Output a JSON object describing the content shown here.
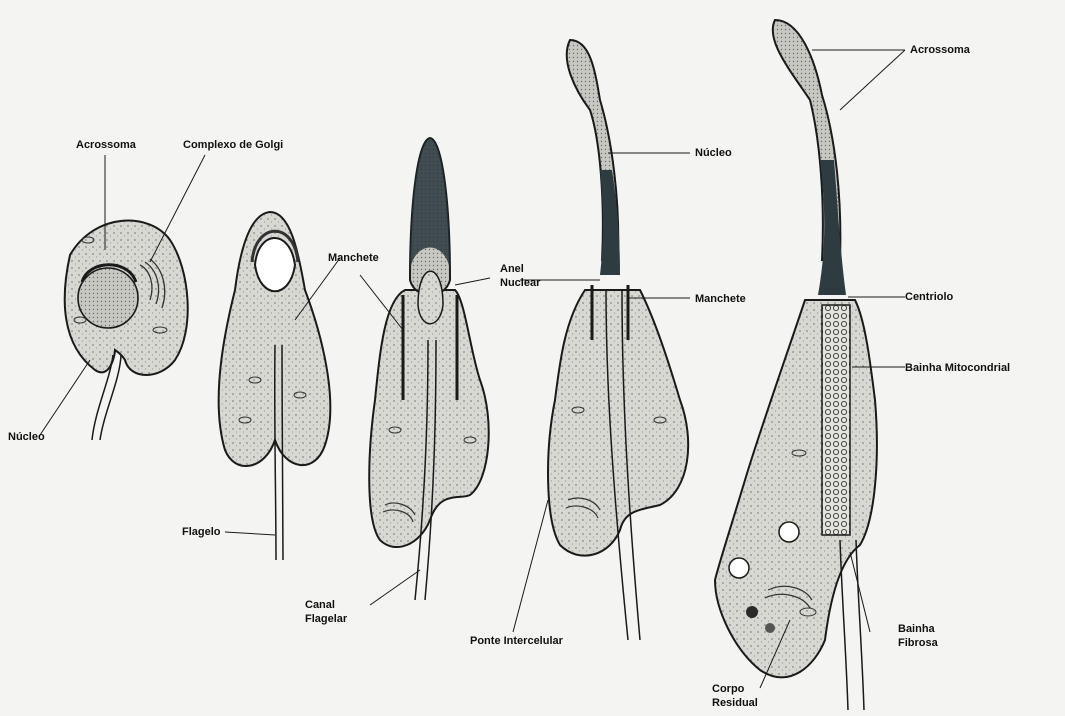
{
  "labels": {
    "acrossoma_1": "Acrossoma",
    "golgi": "Complexo de Golgi",
    "nucleo_1": "Núcleo",
    "flagelo": "Flagelo",
    "manchete_1": "Manchete",
    "canal_flagelar_line1": "Canal",
    "canal_flagelar_line2": "Flagelar",
    "anel_nuclear_line1": "Anel",
    "anel_nuclear_line2": "Nuclear",
    "nucleo_2": "Núcleo",
    "manchete_2": "Manchete",
    "ponte_intercelular": "Ponte Intercelular",
    "acrossoma_2": "Acrossoma",
    "centriolo": "Centriolo",
    "bainha_mitocondrial": "Bainha Mitocondrial",
    "bainha_fibrosa_line1": "Bainha",
    "bainha_fibrosa_line2": "Fibrosa",
    "corpo_residual_line1": "Corpo",
    "corpo_residual_line2": "Residual"
  },
  "colors": {
    "background": "#f4f4f2",
    "cell_fill": "#dcdcd6",
    "outline": "#1a1a1a",
    "nucleus_dark": "#2e3b40",
    "label_bg": "#ffffff"
  }
}
